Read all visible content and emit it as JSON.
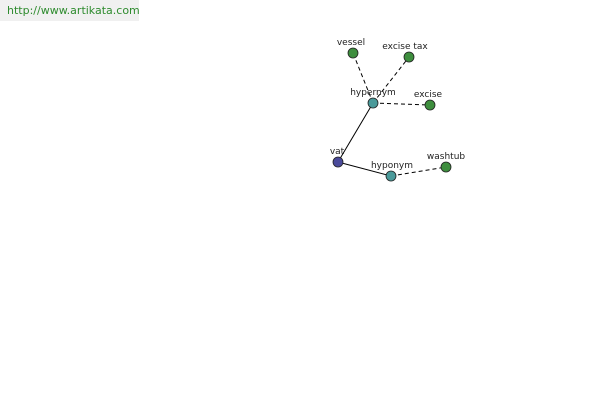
{
  "header": {
    "url": "http://www.artikata.com"
  },
  "graph": {
    "nodes": {
      "vat": {
        "label": "vat",
        "color": "#4a4a9a"
      },
      "hypernym": {
        "label": "hypernym",
        "color": "#4a9a9a"
      },
      "hyponym": {
        "label": "hyponym",
        "color": "#4a9a9a"
      },
      "vessel": {
        "label": "vessel",
        "color": "#3e8e3e"
      },
      "excise_tax": {
        "label": "excise tax",
        "color": "#3e8e3e"
      },
      "excise": {
        "label": "excise",
        "color": "#3e8e3e"
      },
      "washtub": {
        "label": "washtub",
        "color": "#3e8e3e"
      }
    },
    "edges": [
      {
        "from": "vat",
        "to": "hypernym",
        "style": "solid"
      },
      {
        "from": "vat",
        "to": "hyponym",
        "style": "solid"
      },
      {
        "from": "hypernym",
        "to": "vessel",
        "style": "dashed"
      },
      {
        "from": "hypernym",
        "to": "excise_tax",
        "style": "dashed"
      },
      {
        "from": "hypernym",
        "to": "excise",
        "style": "dashed"
      },
      {
        "from": "hyponym",
        "to": "washtub",
        "style": "dashed"
      }
    ]
  }
}
